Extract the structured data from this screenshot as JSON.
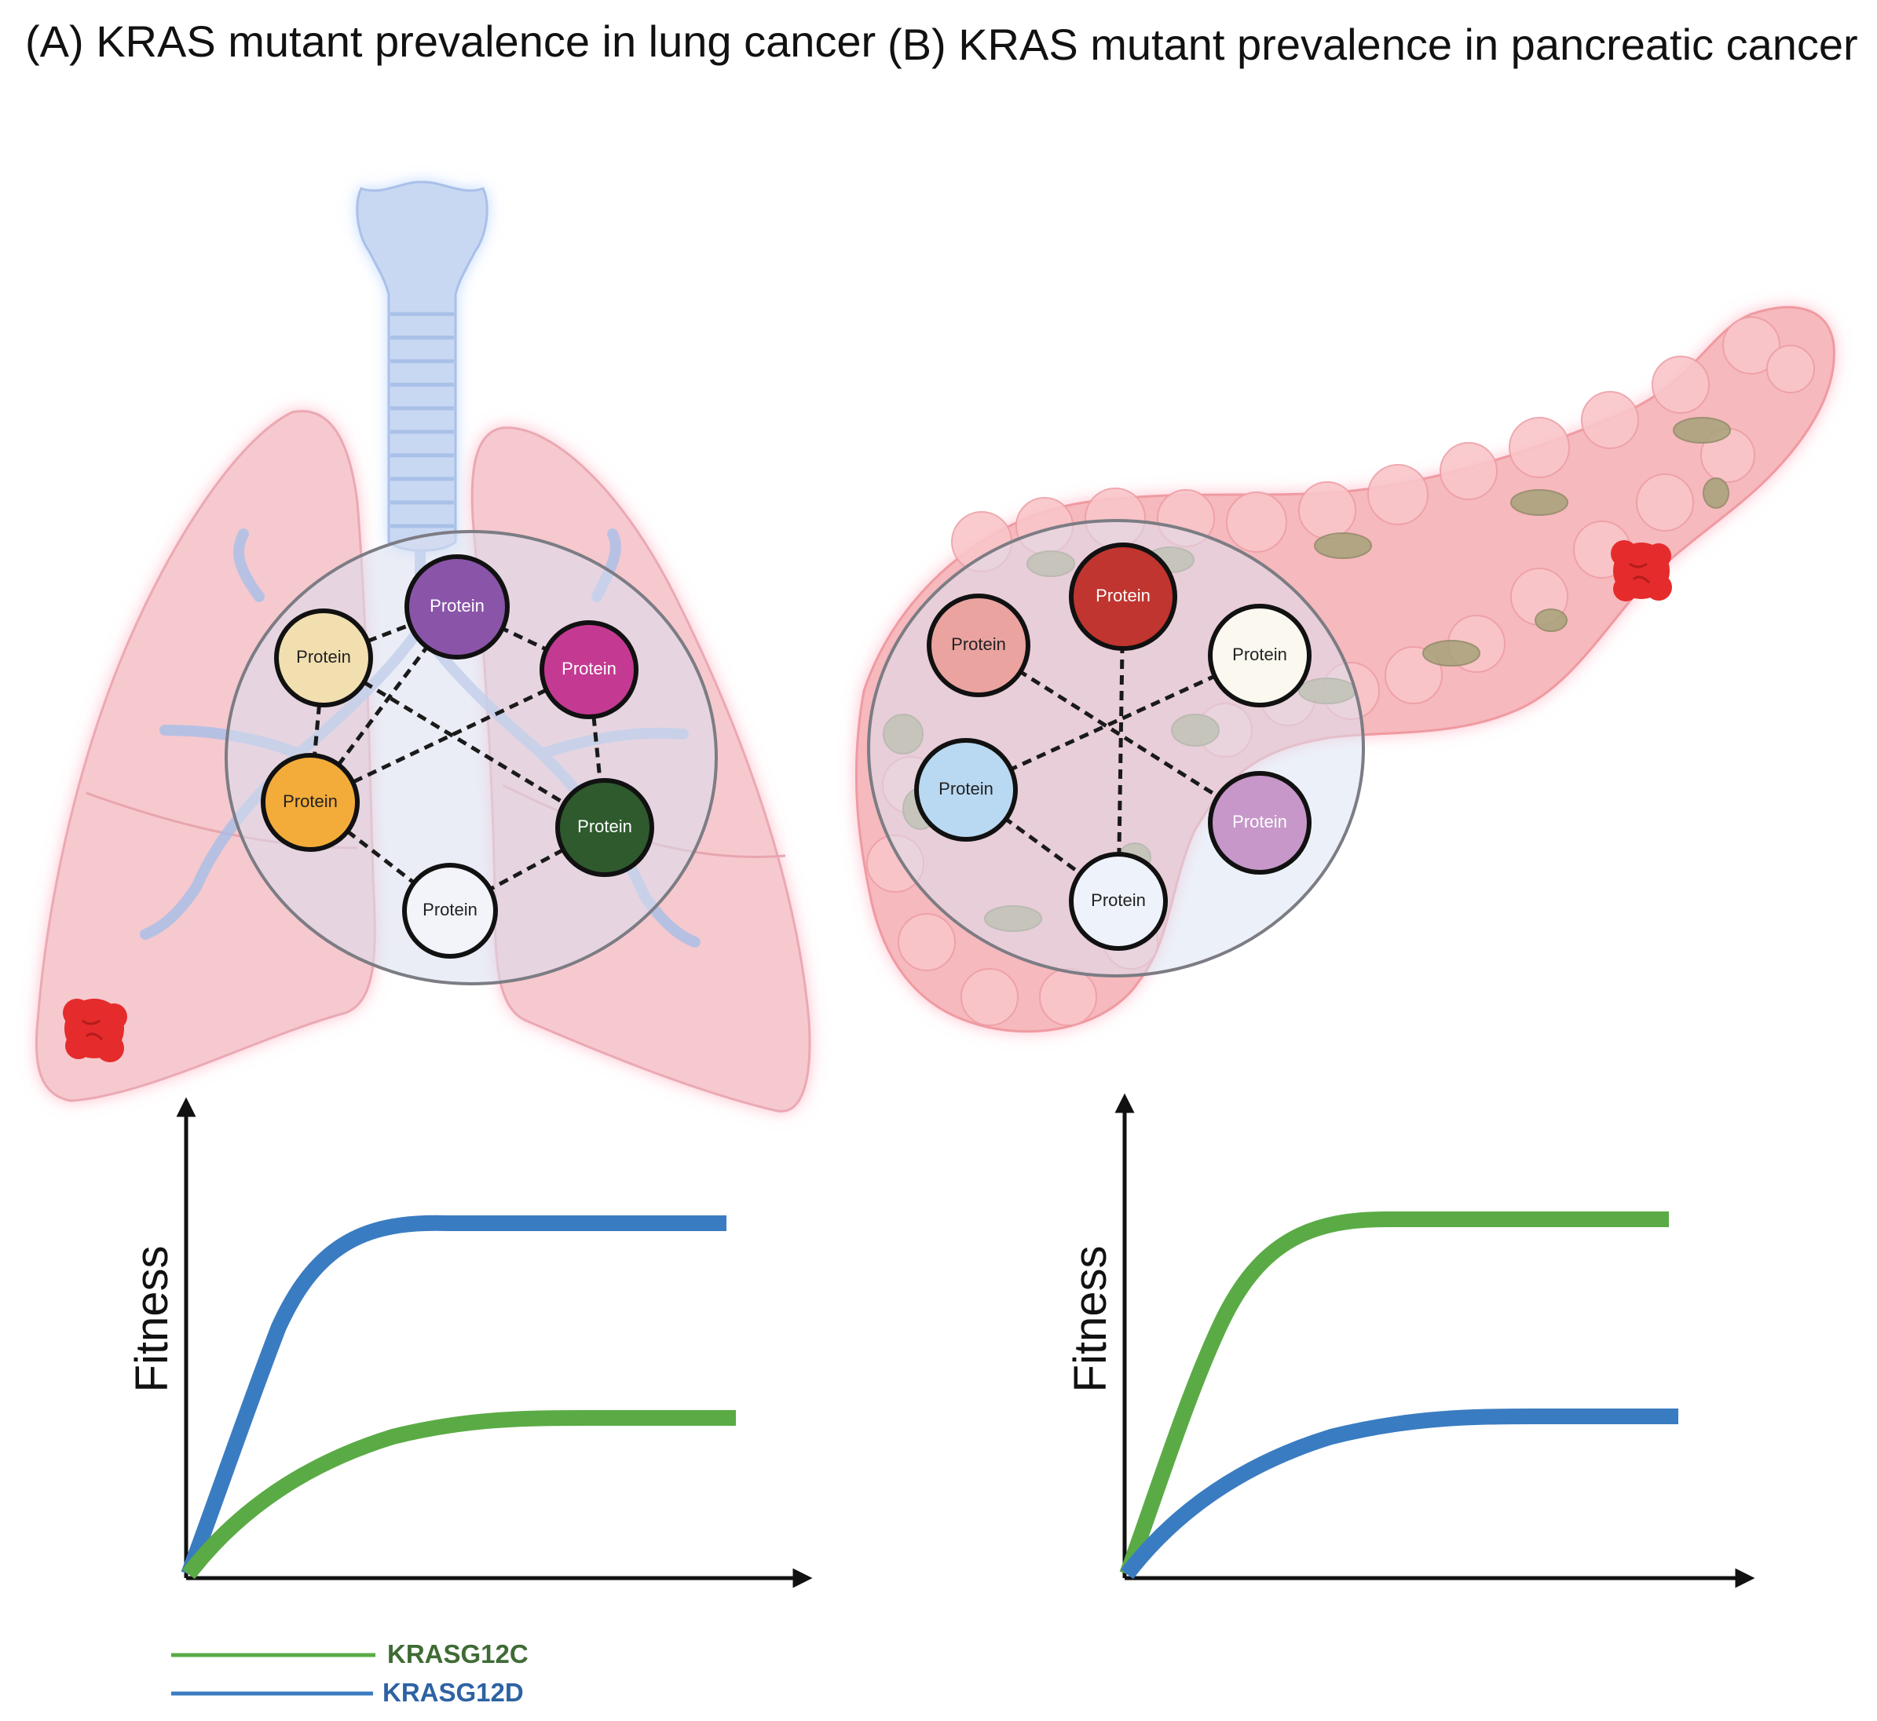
{
  "panel_a": {
    "title": "(A) KRAS mutant prevalence in lung cancer",
    "organ_icon": "lungs-with-trachea-illustration",
    "tumor_icon": "tumor-nodule-icon",
    "network": {
      "nodes": [
        {
          "id": "a1",
          "label": "Protein",
          "fill": "#8a55a8",
          "text_color": "#ffffff"
        },
        {
          "id": "a2",
          "label": "Protein",
          "fill": "#f2dfb0",
          "text_color": "#222222"
        },
        {
          "id": "a3",
          "label": "Protein",
          "fill": "#c43a92",
          "text_color": "#ffffff"
        },
        {
          "id": "a4",
          "label": "Protein",
          "fill": "#f3ac3a",
          "text_color": "#222222"
        },
        {
          "id": "a5",
          "label": "Protein",
          "fill": "#2f5a2e",
          "text_color": "#ffffff"
        },
        {
          "id": "a6",
          "label": "Protein",
          "fill": "#f3f4fa",
          "text_color": "#222222"
        }
      ]
    },
    "chart": {
      "ylabel": "Fitness",
      "xlabel": "",
      "series": [
        {
          "name": "KRASG12D",
          "color": "#3a7cc1",
          "level": "high"
        },
        {
          "name": "KRASG12C",
          "color": "#5aab45",
          "level": "low"
        }
      ]
    }
  },
  "panel_b": {
    "title": "(B) KRAS mutant prevalence in pancreatic cancer",
    "organ_icon": "pancreas-illustration",
    "tumor_icon": "tumor-nodule-icon",
    "network": {
      "nodes": [
        {
          "id": "b1",
          "label": "Protein",
          "fill": "#c0352f",
          "text_color": "#ffffff"
        },
        {
          "id": "b2",
          "label": "Protein",
          "fill": "#eba3a0",
          "text_color": "#222222"
        },
        {
          "id": "b3",
          "label": "Protein",
          "fill": "#fbf9ef",
          "text_color": "#222222"
        },
        {
          "id": "b4",
          "label": "Protein",
          "fill": "#b9d9f2",
          "text_color": "#222222"
        },
        {
          "id": "b5",
          "label": "Protein",
          "fill": "#c697c8",
          "text_color": "#ffffff"
        },
        {
          "id": "b6",
          "label": "Protein",
          "fill": "#eef2fb",
          "text_color": "#222222"
        }
      ]
    },
    "chart": {
      "ylabel": "Fitness",
      "xlabel": "",
      "series": [
        {
          "name": "KRASG12C",
          "color": "#5aab45",
          "level": "high"
        },
        {
          "name": "KRASG12D",
          "color": "#3a7cc1",
          "level": "low"
        }
      ]
    }
  },
  "legend": {
    "items": [
      {
        "label": "KRASG12C",
        "color": "#5aab45",
        "text_color": "#3f6b35"
      },
      {
        "label": "KRASG12D",
        "color": "#3a7cc1",
        "text_color": "#2d62a3"
      }
    ]
  }
}
